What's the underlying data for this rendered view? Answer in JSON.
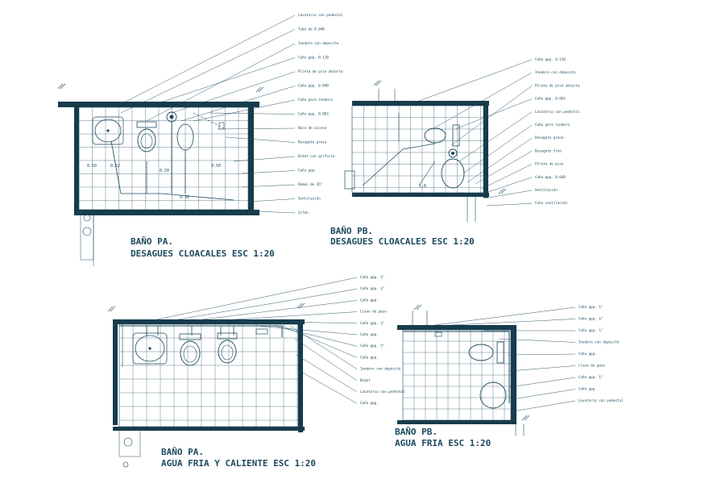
{
  "colors": {
    "ink": "#1c4a5e",
    "wall": "#163c4c",
    "background": "#ffffff"
  },
  "plans": {
    "pa_desagues": {
      "title": "BAÑO PA.",
      "subtitle": "DESAGUES CLOACALES ESC 1:20",
      "dims": [
        "0.50",
        "0.52",
        "0.50",
        "0.50",
        "0.30"
      ]
    },
    "pb_desagues": {
      "title": "BAÑO PB.",
      "subtitle": "DESAGUES CLOACALES ESC 1:20",
      "dims": [
        "1.6"
      ]
    },
    "pa_agua": {
      "title": "BAÑO PA.",
      "subtitle": "AGUA FRIA Y CALIENTE ESC 1:20"
    },
    "pb_agua": {
      "title": "BAÑO PB.",
      "subtitle": "AGUA FRIA   ESC 1:20"
    }
  },
  "notes": {
    "pa_desagues": [
      "Lavatorio con pedestal",
      "Tubo de 0.040",
      "Inodoro con deposito",
      "Caño ppp. 0.110",
      "Pileta de piso abierta",
      "Caño ppp. 0.040",
      "Caño para inodoro",
      "Caño ppp. 0.063",
      "Boca de acceso",
      "Desagote grasa",
      "Bidet con grifería",
      "Caño ppp.",
      "Ramal de 45°",
      "Ventilación",
      "Sifón"
    ],
    "pb_desagues": [
      "Caño ppp. 0.110",
      "Inodoro con deposito",
      "Pileta de piso abierta",
      "Caño ppp. 0.063",
      "Lavatorio con pedestal",
      "Caño para inodoro",
      "Desagote grasa",
      "Desagote fino",
      "Pileta de piso",
      "Caño ppp. 0.040",
      "Ventilación",
      "Caño ventilación"
    ],
    "pa_agua": [
      "Caño ppp. ½\"",
      "Caño ppp. ¾\"",
      "Caño ppp.",
      "Llave de paso",
      "Caño ppp. ¾\"",
      "Caño ppp.",
      "Caño ppp. ½\"",
      "Caño ppp.",
      "Inodoro con deposito",
      "Bidet",
      "Lavatorio con pedestal",
      "Caño ppp."
    ],
    "pb_agua": [
      "Caño ppp. ½\"",
      "Caño ppp. ¾\"",
      "Caño ppp. ½\"",
      "Inodoro con deposito",
      "Caño ppp.",
      "Llave de paso",
      "Caño ppp. ½\"",
      "Caño ppp.",
      "Lavatorio con pedestal"
    ]
  }
}
